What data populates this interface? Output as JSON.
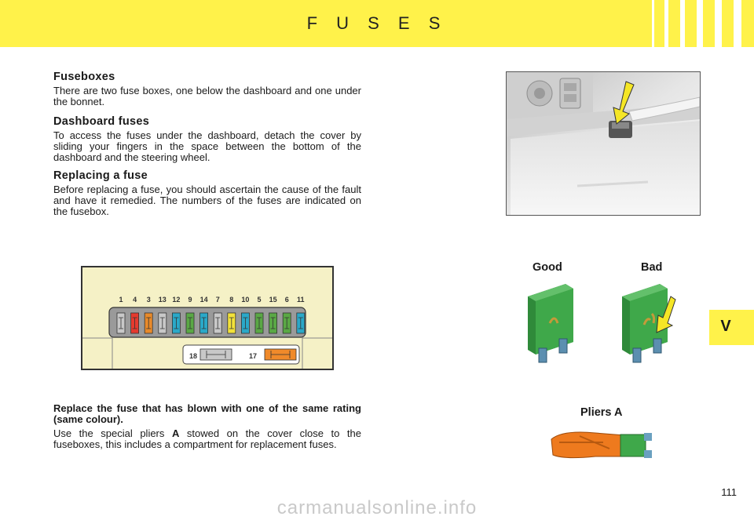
{
  "header": {
    "title": "F U S E S"
  },
  "side_tab": {
    "label": "V"
  },
  "sections": [
    {
      "heading": "Fuseboxes",
      "body": "There are two fuse boxes, one below the dashboard and one under the bonnet."
    },
    {
      "heading": "Dashboard fuses",
      "body": "To access the fuses under the dashboard, detach the cover by sliding your fingers in the space between the bottom of the dashboard and the steering wheel."
    },
    {
      "heading": "Replacing a fuse",
      "body": "Before replacing a fuse, you should ascertain the cause of the fault and have it remedied. The numbers of the fuses are indicated on the fusebox."
    }
  ],
  "replace": {
    "bold": "Replace the fuse that has blown with one of the same rating (same colour).",
    "body_before": "Use the special pliers ",
    "body_bold": "A",
    "body_after": " stowed on the cover close to the fuseboxes, this includes a compartment for replacement fuses."
  },
  "fusebox": {
    "numbers": [
      "1",
      "4",
      "3",
      "13",
      "12",
      "9",
      "14",
      "7",
      "8",
      "10",
      "5",
      "15",
      "6",
      "11"
    ],
    "colors": [
      "#c8c8c8",
      "#e53a2e",
      "#e88a2a",
      "#c8c8c8",
      "#2aa8c8",
      "#5aa845",
      "#2aa8c8",
      "#c8c8c8",
      "#f2e23a",
      "#2aa8c8",
      "#5aa845",
      "#5aa845",
      "#5aa845",
      "#2aa8c8"
    ],
    "lower": [
      {
        "number": "18",
        "color": "#c8c8c8"
      },
      {
        "number": "17",
        "color": "#f08a2a"
      }
    ]
  },
  "labels": {
    "good": "Good",
    "bad": "Bad",
    "pliers": "Pliers A"
  },
  "page_number": "111",
  "watermark": "carmanualsonline.info"
}
